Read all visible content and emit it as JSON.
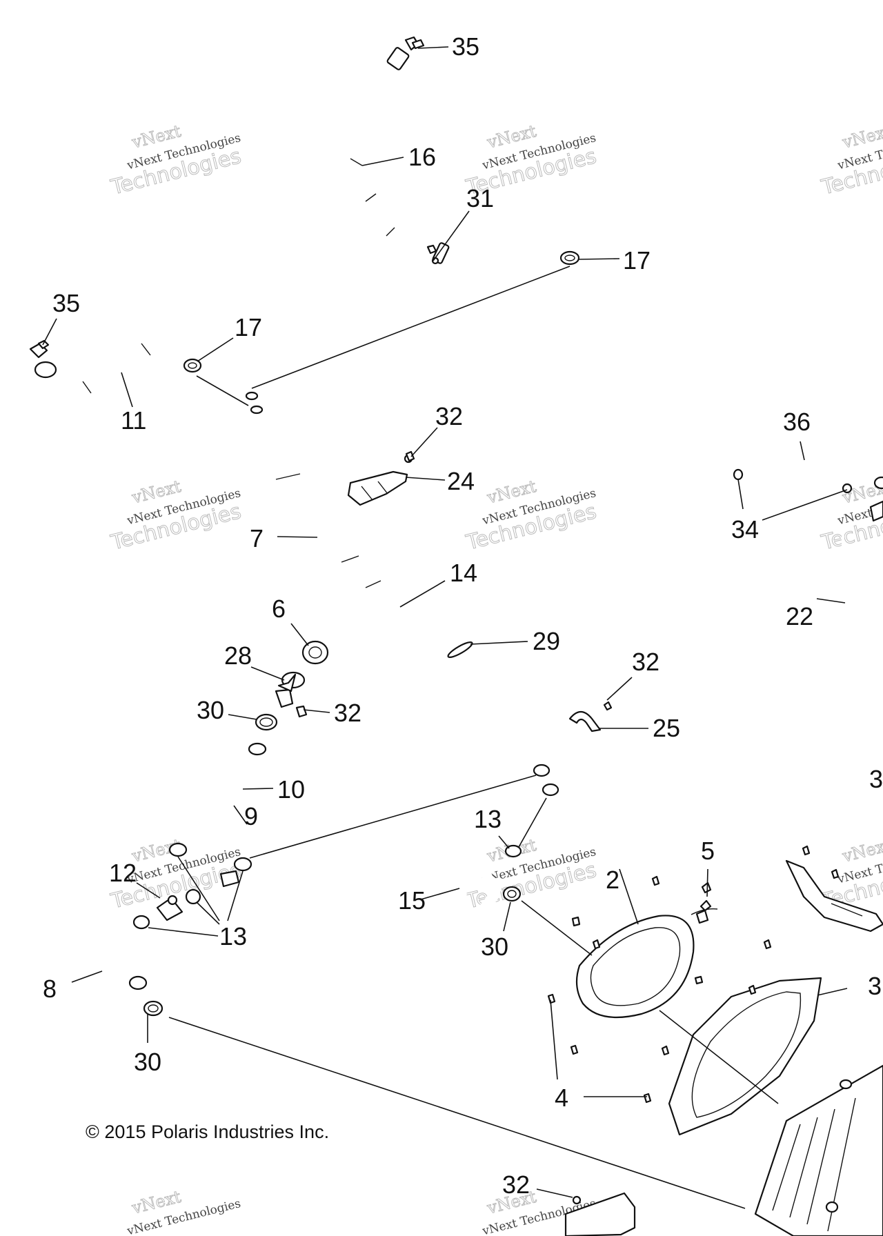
{
  "copyright": "© 2015 Polaris Industries Inc.",
  "watermark": {
    "line1": "vNext",
    "line2": "vNext Technologies",
    "line3": "Technologies"
  },
  "callouts": {
    "c35a": "35",
    "c16": "16",
    "c31": "31",
    "c17a": "17",
    "c35b": "35",
    "c17b": "17",
    "c11": "11",
    "c32a": "32",
    "c24": "24",
    "c36": "36",
    "c34": "34",
    "c7": "7",
    "c14": "14",
    "c22": "22",
    "c6": "6",
    "c28": "28",
    "c29": "29",
    "c32b": "32",
    "c30a": "30",
    "c32c": "32",
    "c25": "25",
    "c10": "10",
    "c9": "9",
    "c13a": "13",
    "c12": "12",
    "c13b": "13",
    "c15": "15",
    "c5": "5",
    "c2": "2",
    "c30b": "30",
    "c8": "8",
    "c30c": "30",
    "c4": "4",
    "c32d": "32",
    "c3a": "3",
    "c3b": "3"
  }
}
